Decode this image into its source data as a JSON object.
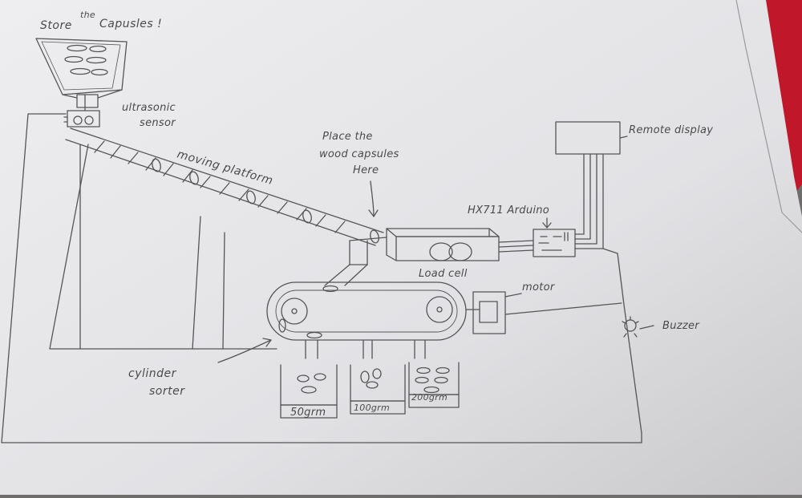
{
  "labels": {
    "store_prefix": "Store",
    "store_the": "the",
    "store_suffix": "Capusles !",
    "ultrasonic_line1": "ultrasonic",
    "ultrasonic_line2": "sensor",
    "moving_platform": "moving platform",
    "place_line1": "Place the",
    "place_line2": "wood capsules",
    "place_line3": "Here",
    "remote_display": "Remote display",
    "hx711": "HX711 Arduino",
    "load_cell": "Load cell",
    "motor": "motor",
    "buzzer": "Buzzer",
    "cylinder_line1": "cylinder",
    "cylinder_line2": "sorter",
    "bin_50": "50grm",
    "bin_100": "100grm",
    "bin_200": "200grm"
  },
  "colors": {
    "paper": "#e6e6e8",
    "pencil": "#555555",
    "background": "#6f6d6a",
    "red_edge": "#c0182a"
  }
}
